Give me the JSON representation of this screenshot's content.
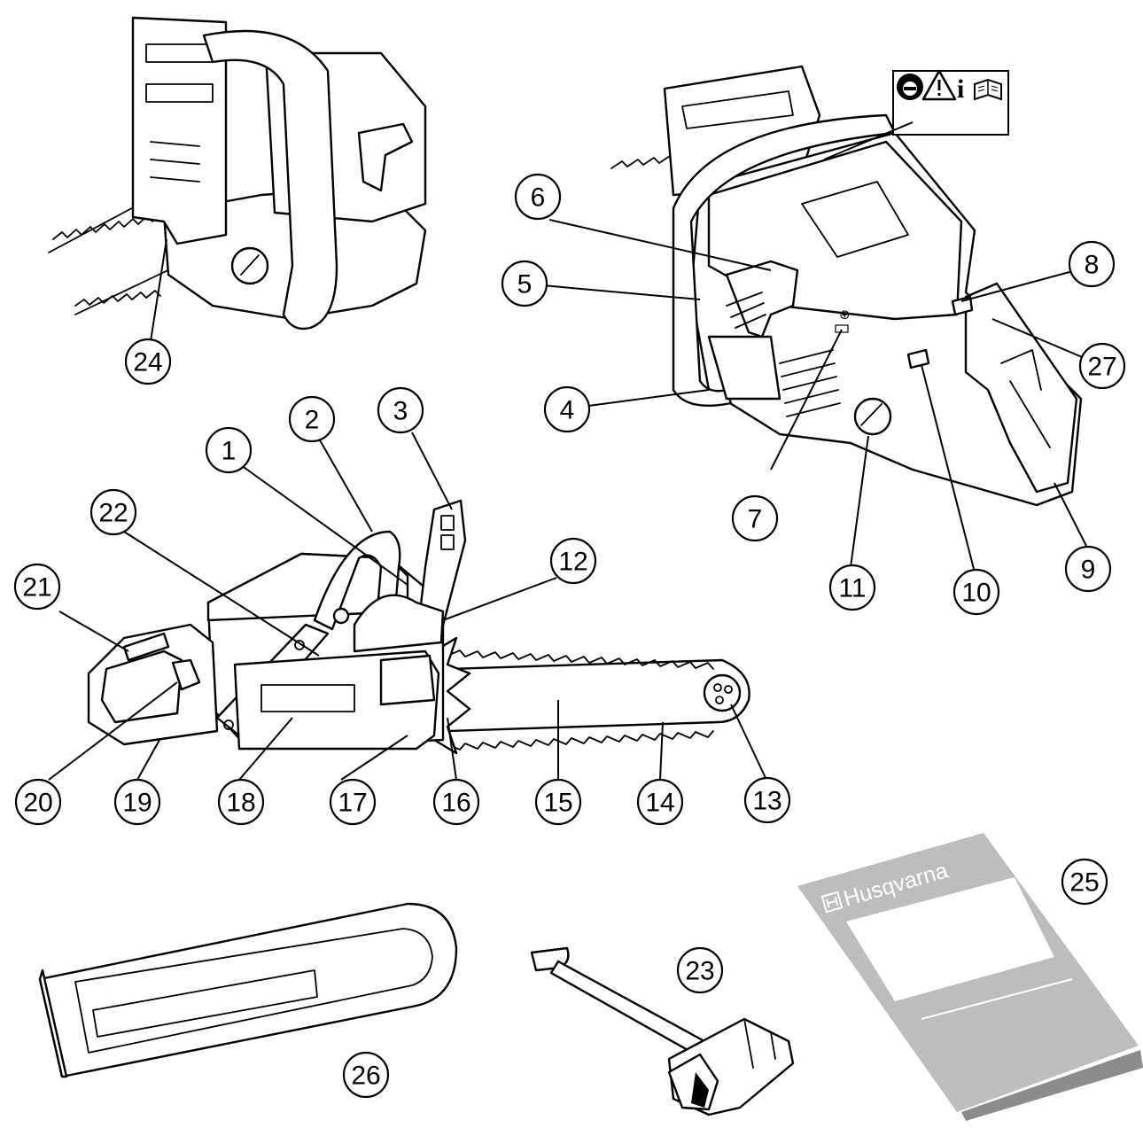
{
  "diagram": {
    "manual_brand": "Husqvarna",
    "callouts": [
      {
        "label": "1"
      },
      {
        "label": "2"
      },
      {
        "label": "3"
      },
      {
        "label": "4"
      },
      {
        "label": "5"
      },
      {
        "label": "6"
      },
      {
        "label": "7"
      },
      {
        "label": "8"
      },
      {
        "label": "9"
      },
      {
        "label": "10"
      },
      {
        "label": "11"
      },
      {
        "label": "12"
      },
      {
        "label": "13"
      },
      {
        "label": "14"
      },
      {
        "label": "15"
      },
      {
        "label": "16"
      },
      {
        "label": "17"
      },
      {
        "label": "18"
      },
      {
        "label": "19"
      },
      {
        "label": "20"
      },
      {
        "label": "21"
      },
      {
        "label": "22"
      },
      {
        "label": "23"
      },
      {
        "label": "24"
      },
      {
        "label": "25"
      },
      {
        "label": "26"
      },
      {
        "label": "27"
      }
    ],
    "colors": {
      "line": "#000000",
      "manual_cover": "#bdbdbd",
      "manual_edge": "#8c8c8c"
    },
    "warning_sticker_icons": [
      "helmet-icon",
      "warning-triangle-icon",
      "info-icon",
      "manual-book-icon"
    ]
  }
}
